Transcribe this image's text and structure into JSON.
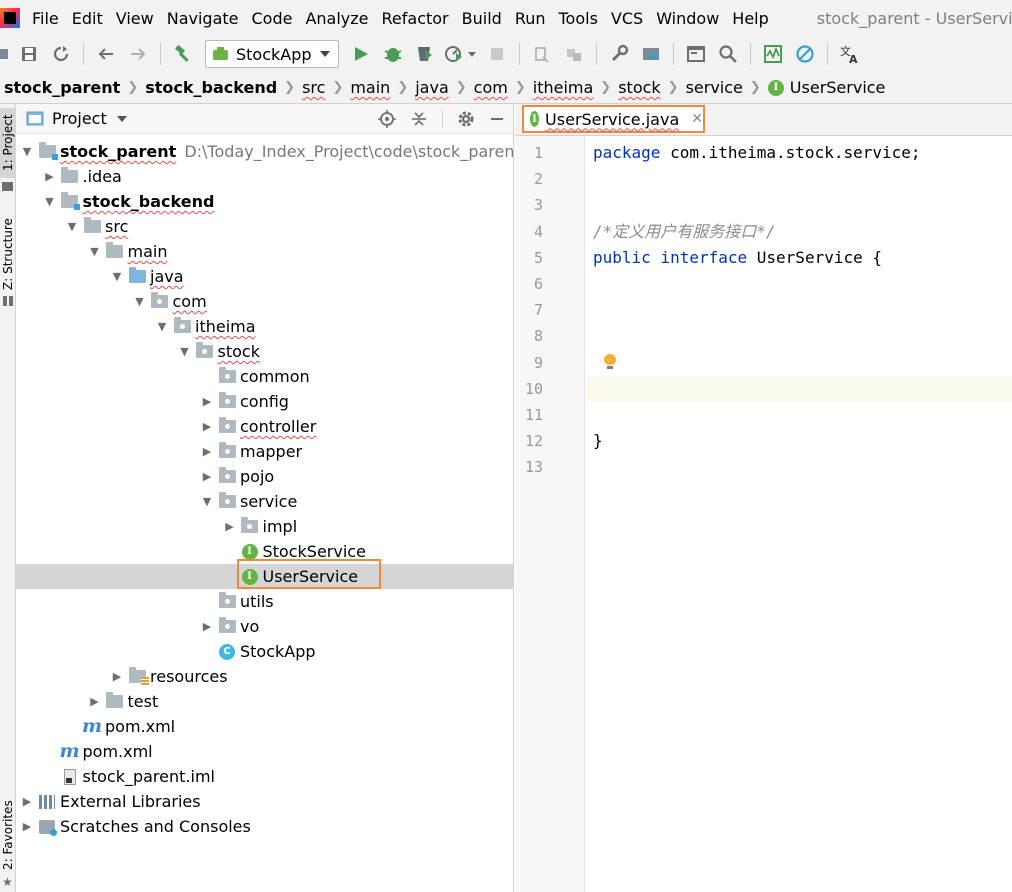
{
  "menubar": {
    "items": [
      "File",
      "Edit",
      "View",
      "Navigate",
      "Code",
      "Analyze",
      "Refactor",
      "Build",
      "Run",
      "Tools",
      "VCS",
      "Window",
      "Help"
    ],
    "window_title": "stock_parent - UserService.java"
  },
  "toolbar": {
    "run_config": "StockApp"
  },
  "breadcrumb": {
    "items": [
      "stock_parent",
      "stock_backend",
      "src",
      "main",
      "java",
      "com",
      "itheima",
      "stock",
      "service",
      "UserService"
    ]
  },
  "left_strip": {
    "project_tab": "1: Project",
    "structure_tab": "Z: Structure",
    "favorites_tab": "2: Favorites"
  },
  "project_panel": {
    "title": "Project",
    "tree": [
      {
        "label": "stock_parent",
        "path": "D:\\Today_Index_Project\\code\\stock_parent",
        "arrow": "down",
        "icon": "module-folder",
        "bold": true,
        "underline": true
      },
      {
        "label": ".idea",
        "arrow": "right",
        "icon": "folder"
      },
      {
        "label": "stock_backend",
        "arrow": "down",
        "icon": "module-folder",
        "bold": true,
        "underline": true
      },
      {
        "label": "src",
        "arrow": "down",
        "icon": "folder",
        "underline": true
      },
      {
        "label": "main",
        "arrow": "down",
        "icon": "folder",
        "underline": true
      },
      {
        "label": "java",
        "arrow": "down",
        "icon": "source-folder",
        "underline": true
      },
      {
        "label": "com",
        "arrow": "down",
        "icon": "package-folder",
        "underline": true
      },
      {
        "label": "itheima",
        "arrow": "down",
        "icon": "package-folder",
        "underline": true
      },
      {
        "label": "stock",
        "arrow": "down",
        "icon": "package-folder",
        "underline": true
      },
      {
        "label": "common",
        "arrow": "none",
        "icon": "package-folder"
      },
      {
        "label": "config",
        "arrow": "right",
        "icon": "package-folder"
      },
      {
        "label": "controller",
        "arrow": "right",
        "icon": "package-folder",
        "underline": true
      },
      {
        "label": "mapper",
        "arrow": "right",
        "icon": "package-folder"
      },
      {
        "label": "pojo",
        "arrow": "right",
        "icon": "package-folder"
      },
      {
        "label": "service",
        "arrow": "down",
        "icon": "package-folder"
      },
      {
        "label": "impl",
        "arrow": "right",
        "icon": "package-folder"
      },
      {
        "label": "StockService",
        "arrow": "none",
        "icon": "interface"
      },
      {
        "label": "UserService",
        "arrow": "none",
        "icon": "interface",
        "selected": true
      },
      {
        "label": "utils",
        "arrow": "none",
        "icon": "package-folder"
      },
      {
        "label": "vo",
        "arrow": "right",
        "icon": "package-folder"
      },
      {
        "label": "StockApp",
        "arrow": "none",
        "icon": "class"
      },
      {
        "label": "resources",
        "arrow": "right",
        "icon": "resources-folder"
      },
      {
        "label": "test",
        "arrow": "right",
        "icon": "folder"
      },
      {
        "label": "pom.xml",
        "arrow": "none",
        "icon": "maven"
      },
      {
        "label": "pom.xml",
        "arrow": "none",
        "icon": "maven"
      },
      {
        "label": "stock_parent.iml",
        "arrow": "none",
        "icon": "iml-file"
      },
      {
        "label": "External Libraries",
        "arrow": "right",
        "icon": "libraries"
      },
      {
        "label": "Scratches and Consoles",
        "arrow": "right",
        "icon": "scratches"
      }
    ]
  },
  "editor": {
    "tab_label": "UserService.java",
    "line_numbers": [
      "1",
      "2",
      "3",
      "4",
      "5",
      "6",
      "7",
      "8",
      "9",
      "10",
      "11",
      "12",
      "13"
    ],
    "lines": [
      [
        {
          "t": "package",
          "c": "kw"
        },
        {
          "t": " com.itheima.stock.service;",
          "c": ""
        }
      ],
      [],
      [],
      [
        {
          "t": "/*定义用户有服务接口*/",
          "c": "cm"
        }
      ],
      [
        {
          "t": "public",
          "c": "kw"
        },
        {
          "t": " ",
          "c": ""
        },
        {
          "t": "interface",
          "c": "kw"
        },
        {
          "t": " UserService {",
          "c": ""
        }
      ],
      [],
      [],
      [],
      [],
      [],
      [],
      [
        {
          "t": "}",
          "c": ""
        }
      ],
      []
    ]
  },
  "colors": {
    "keyword": "#0033b3",
    "comment": "#8c8c8c",
    "highlight_box": "#f0883e",
    "selected_row": "#d5d5d5",
    "current_line": "#fcfaed"
  }
}
